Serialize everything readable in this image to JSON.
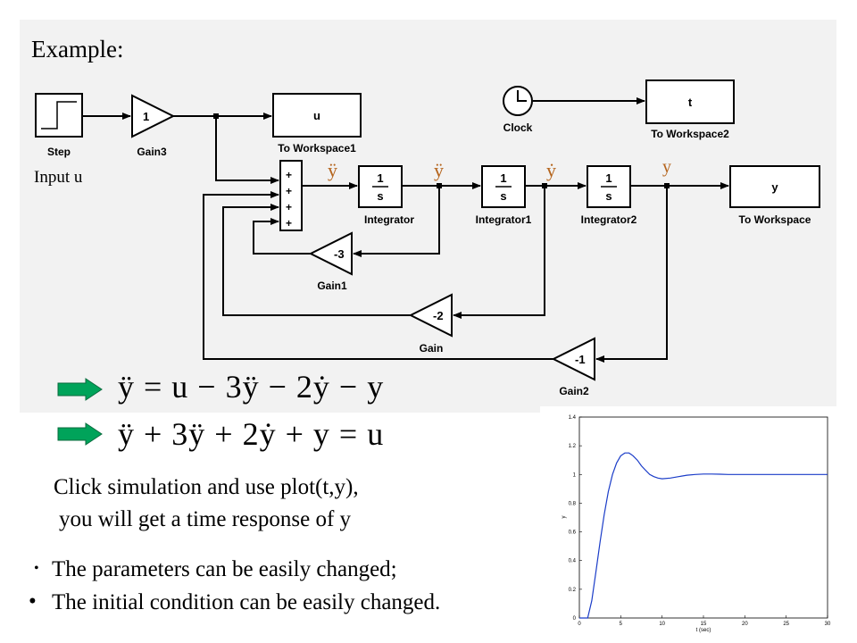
{
  "slide": {
    "title": "Example:",
    "input_label": "Input u",
    "equation_1": "ÿ = u − 3ÿ − 2ẏ − y",
    "equation_2": "ÿ + 3ÿ + 2ẏ + y = u",
    "text_line_1": "Click simulation and use plot(t,y),",
    "text_line_2": "you will get a time response of y",
    "bullets": [
      "The parameters can be easily changed;",
      "The initial condition can be easily changed."
    ]
  },
  "diagram": {
    "blocks": {
      "step": {
        "name": "Step"
      },
      "gain3": {
        "value": "1",
        "name": "Gain3"
      },
      "to_workspace1": {
        "var": "u",
        "name": "To Workspace1"
      },
      "clock": {
        "name": "Clock"
      },
      "to_workspace2": {
        "var": "t",
        "name": "To Workspace2"
      },
      "sum": {
        "signs": [
          "+",
          "+",
          "+",
          "+"
        ]
      },
      "integrator": {
        "num": "1",
        "den": "s",
        "name": "Integrator"
      },
      "integrator1": {
        "num": "1",
        "den": "s",
        "name": "Integrator1"
      },
      "integrator2": {
        "num": "1",
        "den": "s",
        "name": "Integrator2"
      },
      "to_workspace": {
        "var": "y",
        "name": "To Workspace"
      },
      "gain1": {
        "value": "-3",
        "name": "Gain1"
      },
      "gain": {
        "value": "-2",
        "name": "Gain"
      },
      "gain2": {
        "value": "-1",
        "name": "Gain2"
      }
    },
    "signals": {
      "y_ddd": "ÿ",
      "y_dd": "ÿ",
      "y_d": "ẏ",
      "y": "y"
    },
    "colors": {
      "canvas": "#f2f2f2",
      "signal_label": "#b5651d",
      "arrow_fill": "#00a35a",
      "plot_line": "#1a3cc8"
    }
  },
  "chart_data": {
    "type": "line",
    "title": "",
    "xlabel": "t (sec)",
    "ylabel": "y",
    "xlim": [
      0,
      30
    ],
    "ylim": [
      0,
      1.4
    ],
    "xticks": [
      "0",
      "5",
      "10",
      "15",
      "20",
      "25",
      "30"
    ],
    "yticks": [
      "0",
      "0.2",
      "0.4",
      "0.6",
      "0.8",
      "1",
      "1.2",
      "1.4"
    ],
    "series": [
      {
        "x": [
          1,
          1.5,
          2,
          2.5,
          3,
          3.5,
          4,
          4.5,
          5,
          5.5,
          6,
          6.5,
          7,
          7.5,
          8,
          8.5,
          9,
          9.5,
          10,
          11,
          12,
          13,
          14,
          15,
          16,
          17,
          18,
          19,
          20,
          22,
          24,
          26,
          28,
          30
        ],
        "values": [
          0,
          0.12,
          0.32,
          0.53,
          0.72,
          0.88,
          1.0,
          1.08,
          1.13,
          1.15,
          1.15,
          1.13,
          1.1,
          1.06,
          1.03,
          1.0,
          0.985,
          0.975,
          0.97,
          0.975,
          0.985,
          0.995,
          1.0,
          1.003,
          1.003,
          1.002,
          1.0,
          1.0,
          1.0,
          1.0,
          1.0,
          1.0,
          1.0,
          1.0
        ]
      }
    ]
  }
}
